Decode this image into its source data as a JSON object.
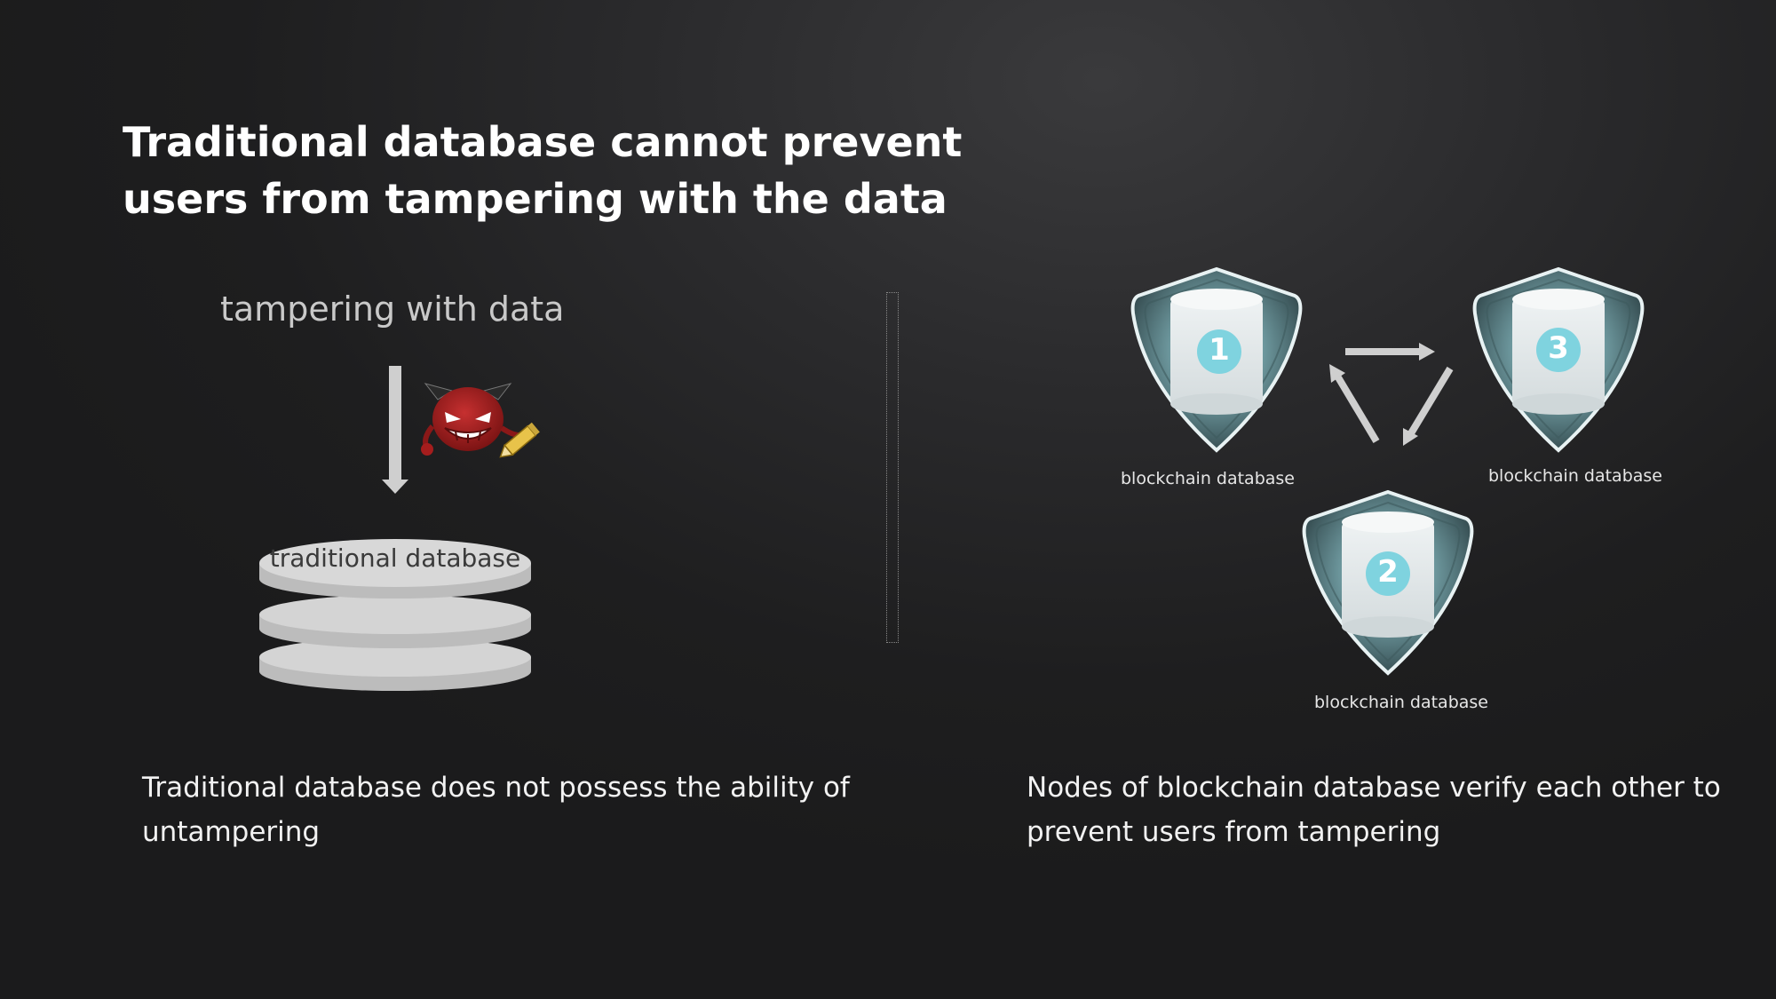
{
  "title": "Traditional database cannot prevent users from tampering with the data",
  "left": {
    "tamper_label": "tampering with data",
    "db_label": "traditional database",
    "caption": "Traditional database does not possess the ability of untampering"
  },
  "right": {
    "nodes": [
      {
        "number": "1",
        "label": "blockchain database"
      },
      {
        "number": "2",
        "label": "blockchain database"
      },
      {
        "number": "3",
        "label": "blockchain database"
      }
    ],
    "caption": "Nodes of blockchain database verify each other to prevent users from tampering"
  },
  "colors": {
    "accent_cyan": "#7fd3df",
    "db_gray": "#d4d4d4",
    "devil_red": "#a51d1d",
    "pencil_yellow": "#e8c34a"
  },
  "icons": [
    "down-arrow-icon",
    "devil-icon",
    "pencil-icon",
    "shield-database-icon",
    "cycle-arrows-icon"
  ]
}
